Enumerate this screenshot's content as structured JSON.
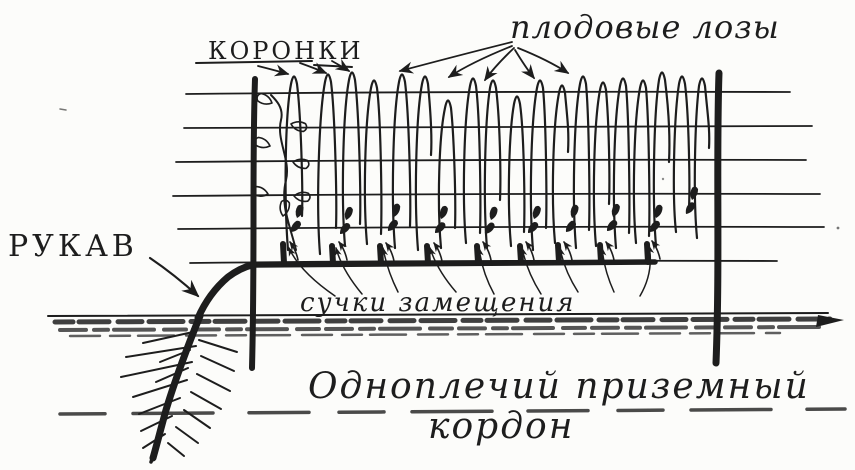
{
  "figure": {
    "background_color": "#fcfcfa",
    "ink_color": "#1d1d1d",
    "labels": {
      "crowns": "КОРОНКИ",
      "fruiting_canes": "плодовые лозы",
      "arm": "РУКАВ",
      "replacement_spurs": "сучки замещения",
      "caption_line1": "Одноплечий приземный",
      "caption_line2": "кордон"
    }
  }
}
